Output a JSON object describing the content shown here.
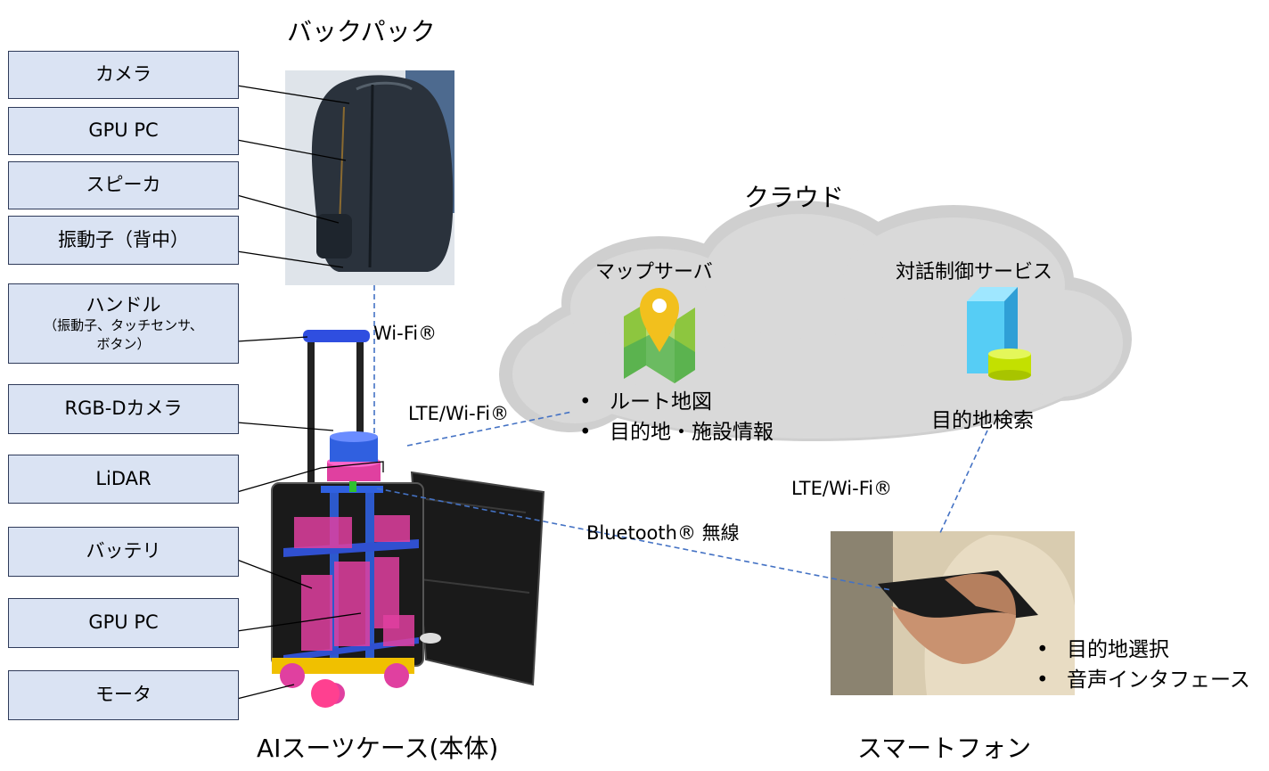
{
  "backpack": {
    "title": "バックパック"
  },
  "suitcase": {
    "title": "AIスーツケース(本体)"
  },
  "cloud": {
    "title": "クラウド",
    "map_server": {
      "title": "マップサーバ",
      "items": [
        "ルート地図",
        "目的地・施設情報"
      ]
    },
    "dialog_service": {
      "title": "対話制御サービス",
      "item": "目的地検索"
    }
  },
  "smartphone": {
    "title": "スマートフォン",
    "items": [
      "目的地選択",
      "音声インタフェース"
    ]
  },
  "components": [
    {
      "label": "カメラ"
    },
    {
      "label": "GPU PC"
    },
    {
      "label": "スピーカ"
    },
    {
      "label": "振動子（背中）"
    },
    {
      "label": "ハンドル",
      "sub": [
        "（振動子、タッチセンサ、",
        "ボタン）"
      ]
    },
    {
      "label": "RGB-Dカメラ"
    },
    {
      "label": "LiDAR"
    },
    {
      "label": "バッテリ"
    },
    {
      "label": "GPU PC"
    },
    {
      "label": "モータ"
    }
  ],
  "connections": {
    "backpack_suitcase": "Wi-Fi®",
    "suitcase_cloud": "LTE/Wi-Fi®",
    "cloud_phone": "LTE/Wi-Fi®",
    "suitcase_phone": "Bluetooth® 無線"
  },
  "colors": {
    "box_fill": "#dae3f3",
    "box_border": "#2f3b5a",
    "link_line": "#4472c4",
    "cloud": "#cfcfcf"
  }
}
